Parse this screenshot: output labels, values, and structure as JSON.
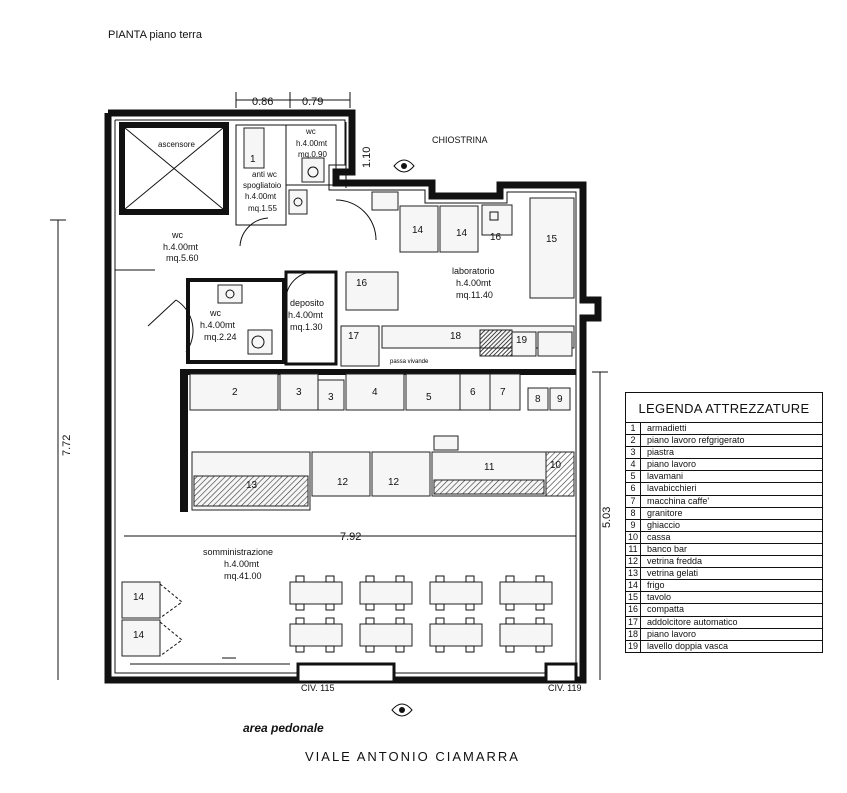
{
  "header": {
    "title": "PIANTA piano terra"
  },
  "street": {
    "name": "VIALE ANTONIO CIAMARRA",
    "area": "area pedonale",
    "civ_115": "CIV. 115",
    "civ_119": "CIV. 119"
  },
  "dimensions": {
    "d1": "0.86",
    "d2": "0.79",
    "d3": "1.10",
    "d4": "7.72",
    "d5": "7.92",
    "d6": "5.03"
  },
  "rooms": {
    "ascensore": "ascensore",
    "chiostrina": "CHIOSTRINA",
    "wc_top": {
      "name": "wc",
      "h": "h.4.00mt",
      "mq": "mq.0.90"
    },
    "anti_wc": {
      "name": "anti wc",
      "name2": "spogliatoio",
      "h": "h.4.00mt",
      "mq": "mq.1.55"
    },
    "wc_left": {
      "name": "wc",
      "h": "h.4.00mt",
      "mq": "mq.5.60"
    },
    "wc_small": {
      "name": "wc",
      "h": "h.4.00mt",
      "mq": "mq.2.24"
    },
    "deposito": {
      "name": "deposito",
      "h": "h.4.00mt",
      "mq": "mq.1.30"
    },
    "laboratorio": {
      "name": "laboratorio",
      "h": "h.4.00mt",
      "mq": "mq.11.40"
    },
    "somministrazione": {
      "name": "somministrazione",
      "h": "h.4.00mt",
      "mq": "mq.41.00"
    },
    "passa_vivande": "passa vivande"
  },
  "equipment_numbers": {
    "n1": "1",
    "n2": "2",
    "n3a": "3",
    "n3b": "3",
    "n4": "4",
    "n5": "5",
    "n6": "6",
    "n7": "7",
    "n8": "8",
    "n9": "9",
    "n10": "10",
    "n11": "11",
    "n12a": "12",
    "n12b": "12",
    "n13": "13",
    "n14a": "14",
    "n14b": "14",
    "n14c": "14",
    "n14d": "14",
    "n15": "15",
    "n16a": "16",
    "n16b": "16",
    "n17": "17",
    "n18": "18",
    "n19": "19"
  },
  "legend": {
    "title": "LEGENDA ATTREZZATURE",
    "items": [
      {
        "n": "1",
        "label": "armadietti"
      },
      {
        "n": "2",
        "label": "piano lavoro refgrigerato"
      },
      {
        "n": "3",
        "label": "piastra"
      },
      {
        "n": "4",
        "label": "piano lavoro"
      },
      {
        "n": "5",
        "label": "lavamani"
      },
      {
        "n": "6",
        "label": "lavabicchieri"
      },
      {
        "n": "7",
        "label": "macchina caffe'"
      },
      {
        "n": "8",
        "label": "granitore"
      },
      {
        "n": "9",
        "label": "ghiaccio"
      },
      {
        "n": "10",
        "label": "cassa"
      },
      {
        "n": "11",
        "label": "banco bar"
      },
      {
        "n": "12",
        "label": "vetrina fredda"
      },
      {
        "n": "13",
        "label": "vetrina gelati"
      },
      {
        "n": "14",
        "label": "frigo"
      },
      {
        "n": "15",
        "label": "tavolo"
      },
      {
        "n": "16",
        "label": "compatta"
      },
      {
        "n": "17",
        "label": "addolcitore automatico"
      },
      {
        "n": "18",
        "label": "piano lavoro"
      },
      {
        "n": "19",
        "label": "lavello doppia vasca"
      }
    ]
  }
}
